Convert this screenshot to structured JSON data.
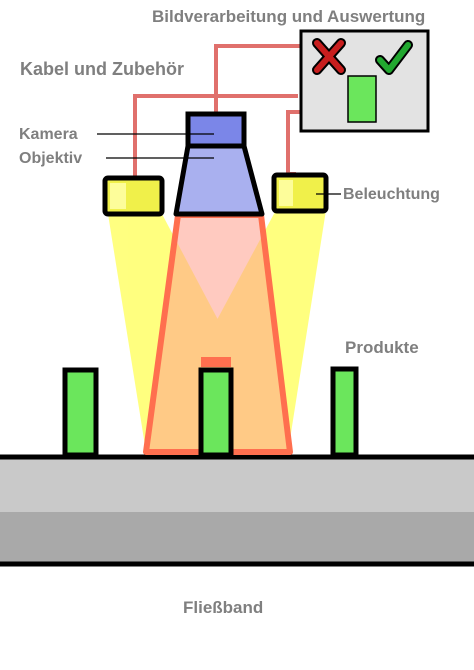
{
  "labels": {
    "bildverarbeitung": "Bildverarbeitung und Auswertung",
    "kabel": "Kabel und Zubehör",
    "kamera": "Kamera",
    "objektiv": "Objektiv",
    "beleuchtung": "Beleuchtung",
    "produkte": "Produkte",
    "fliessband": "Fließband"
  },
  "icons": {
    "reject": "red-cross-icon",
    "accept": "green-check-icon"
  },
  "colors": {
    "camera_body": "#7b86e8",
    "lens": "#a9b0ef",
    "cable": "#e0706c",
    "light_unit": "#f0f04a",
    "light_beam": "#ffff55",
    "camera_field": "#ff9f8c",
    "product": "#6be65c",
    "reject_mark": "#c81e1e",
    "accept_mark": "#22a830",
    "belt_top": "#c9c9c9",
    "belt_bottom": "#a9a9a9",
    "label_text": "#7f7f7f"
  }
}
